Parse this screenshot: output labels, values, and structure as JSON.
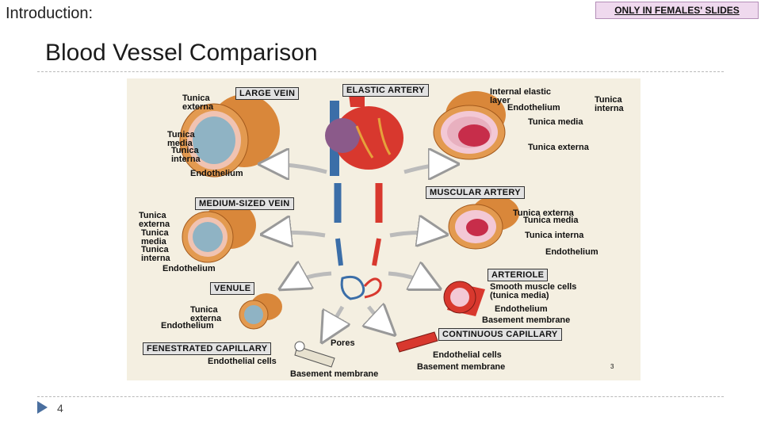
{
  "header": {
    "section": "Introduction:",
    "badge": "ONLY IN FEMALES' SLIDES"
  },
  "slide": {
    "title": "Blood Vessel Comparison",
    "page_number": "4"
  },
  "figure": {
    "boxes": {
      "large_vein": "LARGE VEIN",
      "elastic_artery": "ELASTIC ARTERY",
      "medium_vein": "MEDIUM-SIZED VEIN",
      "muscular_artery": "MUSCULAR ARTERY",
      "venule": "VENULE",
      "arteriole": "ARTERIOLE",
      "fenestrated": "FENESTRATED CAPILLARY",
      "continuous": "CONTINUOUS CAPILLARY"
    },
    "labels": {
      "lv_externa": "Tunica\nexterna",
      "lv_media": "Tunica\nmedia",
      "lv_interna": "Tunica\ninterna",
      "lv_endo": "Endothelium",
      "ea_iel": "Internal elastic\nlayer",
      "ea_endo": "Endothelium",
      "ea_interna": "Tunica\ninterna",
      "ea_media": "Tunica media",
      "ea_externa": "Tunica externa",
      "mv_externa": "Tunica\nexterna",
      "mv_media": "Tunica\nmedia",
      "mv_interna": "Tunica\ninterna",
      "mv_endo": "Endothelium",
      "ma_externa": "Tunica externa",
      "ma_media": "Tunica media",
      "ma_interna": "Tunica interna",
      "ma_endo": "Endothelium",
      "vn_externa": "Tunica\nexterna",
      "vn_endo": "Endothelium",
      "ar_smooth": "Smooth muscle cells\n(tunica media)",
      "ar_endo": "Endothelium",
      "ar_basement": "Basement membrane",
      "fc_pores": "Pores",
      "fc_endo": "Endothelial cells",
      "fc_basement": "Basement membrane",
      "cc_endo": "Endothelial cells",
      "cc_basement": "Basement membrane",
      "fig_num": "3"
    }
  },
  "colors": {
    "tunica_externa": "#d9873a",
    "tunica_media": "#e8b7a8",
    "lumen": "#8fb3c4",
    "artery_red": "#d8382e",
    "vein_blue": "#3b6ea8"
  }
}
